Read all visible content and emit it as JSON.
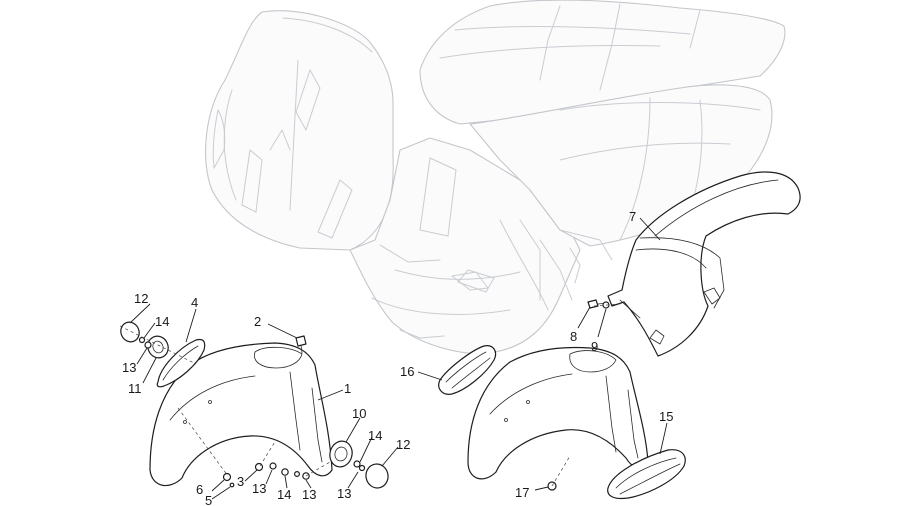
{
  "callouts": [
    {
      "id": "c1",
      "label": "1"
    },
    {
      "id": "c2",
      "label": "2"
    },
    {
      "id": "c3",
      "label": "3"
    },
    {
      "id": "c4",
      "label": "4"
    },
    {
      "id": "c5",
      "label": "5"
    },
    {
      "id": "c6",
      "label": "6"
    },
    {
      "id": "c7",
      "label": "7"
    },
    {
      "id": "c8",
      "label": "8"
    },
    {
      "id": "c9",
      "label": "9"
    },
    {
      "id": "c10",
      "label": "10"
    },
    {
      "id": "c11",
      "label": "11"
    },
    {
      "id": "c12a",
      "label": "12"
    },
    {
      "id": "c12b",
      "label": "12"
    },
    {
      "id": "c13a",
      "label": "13"
    },
    {
      "id": "c13b",
      "label": "13"
    },
    {
      "id": "c13c",
      "label": "13"
    },
    {
      "id": "c13d",
      "label": "13"
    },
    {
      "id": "c14a",
      "label": "14"
    },
    {
      "id": "c14b",
      "label": "14"
    },
    {
      "id": "c14c",
      "label": "14"
    },
    {
      "id": "c15",
      "label": "15"
    },
    {
      "id": "c16",
      "label": "16"
    },
    {
      "id": "c17",
      "label": "17"
    }
  ]
}
